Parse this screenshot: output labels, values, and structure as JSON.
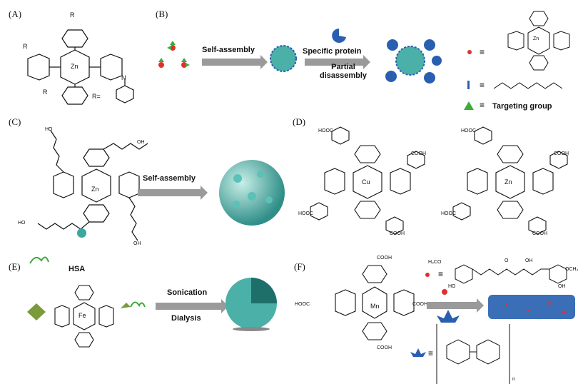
{
  "panels": {
    "A": {
      "label": "(A)",
      "metal": "Zn",
      "r_group_label": "R=",
      "substituent": "R",
      "n_label": "N"
    },
    "B": {
      "label": "(B)",
      "step1": "Self-assembly",
      "step2": "Specific protein",
      "step3": "Partial disassembly",
      "legend_targeting": "Targeting group",
      "equiv": "≡",
      "metal": "Zn"
    },
    "C": {
      "label": "(C)",
      "step1": "Self-assembly",
      "metal": "Zn",
      "oh": "HO",
      "oh_right": "OH"
    },
    "D": {
      "label": "(D)",
      "metal_left": "Cu",
      "metal_right": "Zn",
      "cooh": "COOH",
      "hooc": "HOOC"
    },
    "E": {
      "label": "(E)",
      "hsa": "HSA",
      "step1": "Sonication",
      "step2": "Dialysis",
      "metal": "Fe"
    },
    "F": {
      "label": "(F)",
      "metal": "Mn",
      "cooh": "COOH",
      "hooc": "HOOC",
      "equiv": "≡",
      "ome": "OCH₃",
      "h3co": "H₃CO",
      "ho": "HO",
      "oh": "OH",
      "o": "O",
      "n_sub": "n"
    }
  },
  "colors": {
    "arrow": "#9a9a9a",
    "teal": "#3aa7a0",
    "red": "#e03030",
    "green": "#3cab3c",
    "blue": "#2a5fb0"
  }
}
